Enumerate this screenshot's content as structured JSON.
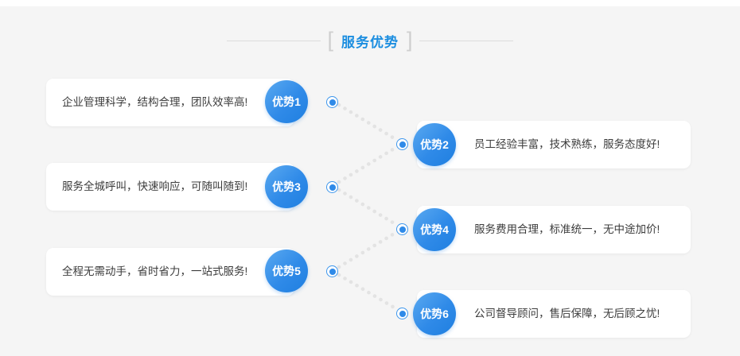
{
  "page": {
    "background_color": "#f5f5f5",
    "accent_color": "#2f8ae8",
    "card_background": "#ffffff",
    "dot_color": "#e3e3e3"
  },
  "header": {
    "title": "服务优势",
    "bracket_left": "[",
    "bracket_right": "]"
  },
  "advantages": [
    {
      "badge": "优势1",
      "text": "企业管理科学，结构合理，团队效率高!",
      "side": "left"
    },
    {
      "badge": "优势2",
      "text": "员工经验丰富，技术熟练，服务态度好!",
      "side": "right"
    },
    {
      "badge": "优势3",
      "text": "服务全城呼叫，快速响应，可随叫随到!",
      "side": "left"
    },
    {
      "badge": "优势4",
      "text": "服务费用合理，标准统一，无中途加价!",
      "side": "right"
    },
    {
      "badge": "优势5",
      "text": "全程无需动手，省时省力，一站式服务!",
      "side": "left"
    },
    {
      "badge": "优势6",
      "text": "公司督导顾问，售后保障，无后顾之忧!",
      "side": "right"
    }
  ]
}
